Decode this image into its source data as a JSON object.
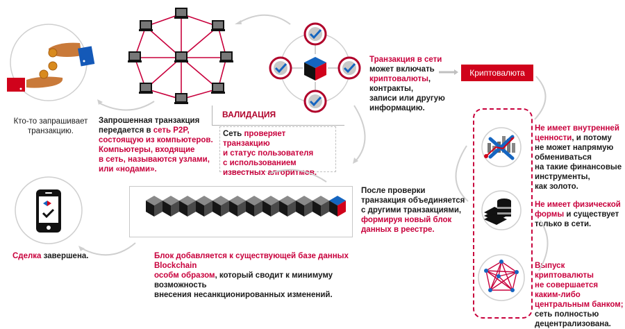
{
  "colors": {
    "accent": "#c8003c",
    "button": "#d0021b",
    "blue": "#1565c0",
    "gray": "#c8c8c8"
  },
  "step1": {
    "icon": "hands-coins-icon",
    "text": "Кто-то запрашивает транзакцию."
  },
  "step2": {
    "icon": "p2p-network-icon",
    "parts": [
      {
        "text": "Запрошенная транзакция передается в ",
        "highlight": false
      },
      {
        "text": "сеть P2P, состоящую из компьютеров. Компьютеры, входящие в сеть, называются узлами, или «нодами».",
        "highlight": true
      }
    ],
    "line1": "Запрошенная транзакция",
    "line2a": "передается в ",
    "line2b": "сеть P2P,",
    "line3": "состоящую из компьютеров.",
    "line4": "Компьютеры, входящие",
    "line5": "в сеть, называются узлами,",
    "line6": "или «нодами»."
  },
  "validation": {
    "title": "ВАЛИДАЦИЯ",
    "icon": "validation-checks-icon",
    "line1a": "Сеть ",
    "line1b": "проверяет транзакцию",
    "line2": "и статус пользователя",
    "line3": "с использованием",
    "line4": "известных алгоритмов."
  },
  "step3": {
    "line1": "Транзакция в сети",
    "line2": "может включать",
    "line3a": "криптовалюты",
    "line3b": ",",
    "line4": "контракты,",
    "line5": "записи или другую",
    "line6": "информацию."
  },
  "crypto_button": "Криптовалюта",
  "crypto_props": [
    {
      "icon": "crossed-chart-icon",
      "red": "Не имеет внутренней",
      "red2": "ценности",
      "rest": ", и потому",
      "lines": [
        "не может напрямую",
        "обмениваться",
        "на такие финансовые",
        "инструменты,",
        "как золото."
      ]
    },
    {
      "icon": "cash-coins-icon",
      "red": "Не имеет физической",
      "red2": "формы",
      "rest": " и существует",
      "lines": [
        "только в сети."
      ]
    },
    {
      "icon": "decentralized-network-icon",
      "red_lines": [
        "Выпуск криптовалюты",
        "не совершается",
        "каким-либо",
        "центральным банком;"
      ],
      "lines": [
        "сеть полностью",
        "децентрализована."
      ]
    }
  ],
  "step4": {
    "block_count": 12,
    "line1": "После проверки",
    "line2": "транзакция объединяется",
    "line3": "с другими транзакциями,",
    "line4": "формируя новый блок",
    "line5": "данных в реестре."
  },
  "step5": {
    "line1": "Блок добавляется к существующей базе данных Blockchain",
    "line2a": "особм образом",
    "line2b": ", который сводит к минимуму возможность",
    "line3": "внесения несанкционированных изменений."
  },
  "step6": {
    "icon": "phone-check-icon",
    "red": "Сделка",
    "rest": " завершена."
  }
}
